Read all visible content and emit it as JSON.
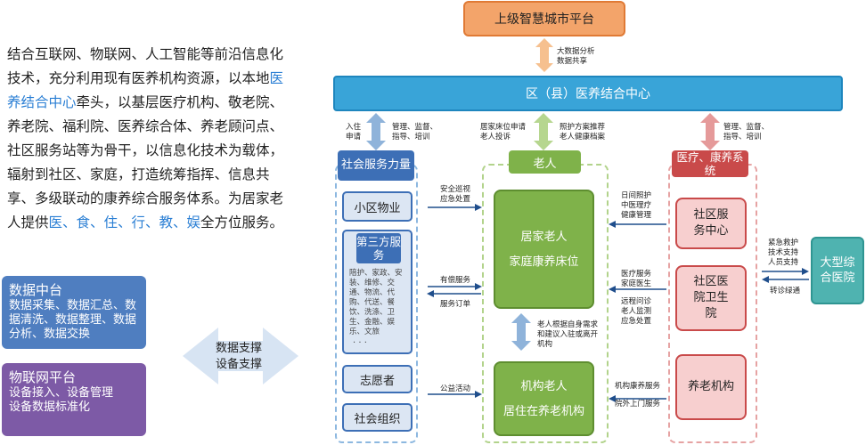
{
  "intro": {
    "p1": "结合互联网、物联网、人工智能等前沿信息化技术，充分利用现有医养机构资源，以本地",
    "hl1": "医养结合中心",
    "p2": "牵头，以基层医疗机构、敬老院、养老院、福利院、医养综合体、养老顾问点、社区服务站等为骨干，以信息化技术为载体，辐射到社区、家庭，打造统筹指挥、信息共享、多级联动的康养综合服务体系。为居家老人提供",
    "hl2": "医、食、住、行、教、娱",
    "p3": "全方位服务。"
  },
  "data_center": {
    "title": "数据中台",
    "desc": "数据采集、数据汇总、数据清洗、数据整理、数据分析、数据交换"
  },
  "iot_platform": {
    "title": "物联网平台",
    "desc_line1": "设备接入、设备管理",
    "desc_line2": "设备数据标准化"
  },
  "support": {
    "line1": "数据支撑",
    "line2": "设备支撑"
  },
  "top_platform": "上级智慧城市平台",
  "top_arrow_label": {
    "line1": "大数据分析",
    "line2": "数据共享"
  },
  "center": "区（县）医养结合中心",
  "vert_labels": {
    "left_a": {
      "line1": "入住",
      "line2": "申请"
    },
    "left_b": {
      "line1": "管理、监督、",
      "line2": "指导、培训"
    },
    "mid_a": {
      "line1": "居家床位申请",
      "line2": "老人投诉"
    },
    "mid_b": {
      "line1": "照护方案推荐",
      "line2": "老人健康档案"
    },
    "right_b": {
      "line1": "管理、监督、",
      "line2": "指导、培训"
    }
  },
  "social": {
    "header": "社会服务力量",
    "property": "小区物业",
    "third_party": "第三方服务",
    "third_party_desc": "陪护、家政、安装、维修、交通、物流、代购、代送、餐饮、洗涤、卫生、金融、娱乐、文旅",
    "dots": "· · ·",
    "volunteer": "志愿者",
    "org": "社会组织"
  },
  "elderly": {
    "header": "老人",
    "home_line1": "居家老人",
    "home_line2": "家庭康养床位",
    "inst_line1": "机构老人",
    "inst_line2": "居住在养老机构",
    "between": "老人根据自身需求和建议入驻或离开机构"
  },
  "medical": {
    "header": "医疗、康养系统",
    "community_center": "社区服务中心",
    "community_hospital": "社区医院卫生院",
    "nursing": "养老机构"
  },
  "big_hospital": "大型综合医院",
  "flow_labels": {
    "safety": {
      "line1": "安全巡视",
      "line2": "应急处置"
    },
    "paid": "有偿服务",
    "order": "服务订单",
    "public": "公益活动",
    "daily": {
      "line1": "日间照护",
      "line2": "中医理疗",
      "line3": "健康管理"
    },
    "medical_service": {
      "line1": "医疗服务",
      "line2": "家庭医生"
    },
    "remote": {
      "line1": "远程问诊",
      "line2": "老人监测",
      "line3": "应急处置"
    },
    "inst_service": {
      "line1": "机构康养服务",
      "line2": "院外上门服务"
    },
    "emergency": {
      "line1": "紧急救护",
      "line2": "技术支持",
      "line3": "人员支持"
    },
    "referral": "转诊绿通"
  },
  "colors": {
    "blue_arrow": "#8fb3da",
    "orange_arrow": "#f6c08f",
    "green_arrow": "#b6d68f",
    "red_arrow": "#e59a9a",
    "dark_arrow": "#1f4e8c"
  }
}
